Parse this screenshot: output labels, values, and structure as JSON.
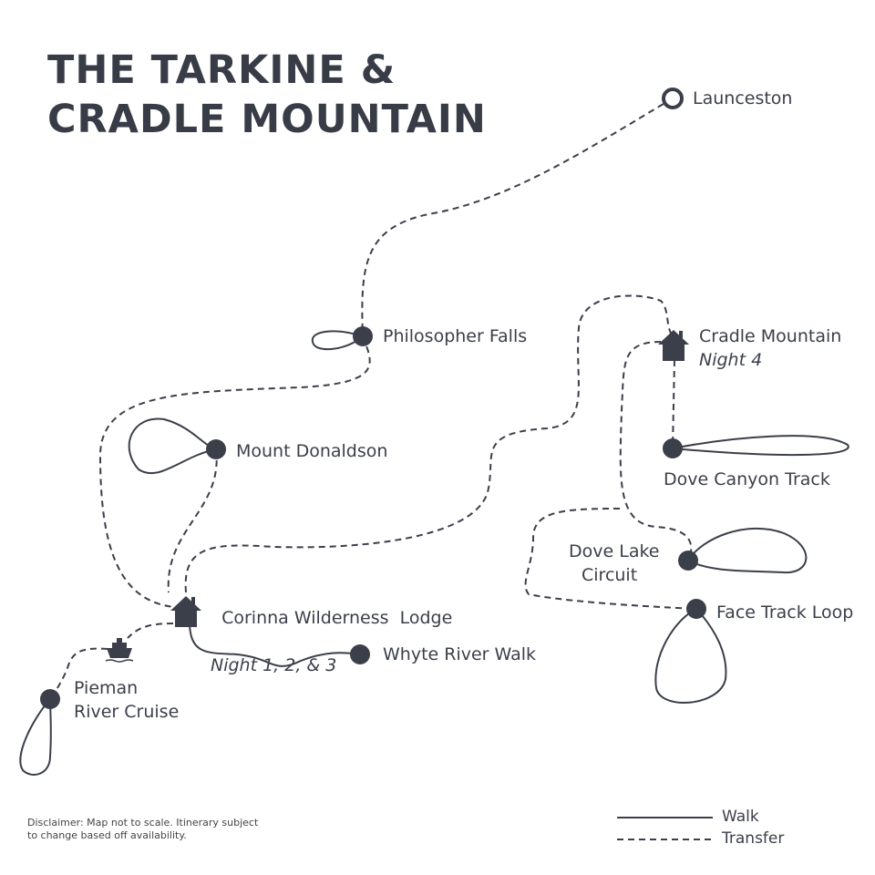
{
  "title": {
    "line1": "THE TARKINE &",
    "line2": "CRADLE MOUNTAIN"
  },
  "colors": {
    "ink": "#3b3f4a",
    "background": "#ffffff"
  },
  "locations": {
    "launceston": {
      "name": "Launceston",
      "icon": "start-ring-icon"
    },
    "philosopher_falls": {
      "name": "Philosopher Falls"
    },
    "mount_donaldson": {
      "name": "Mount Donaldson"
    },
    "corinna": {
      "name": "Corinna Wilderness  Lodge",
      "note": "Night 1, 2, & 3",
      "icon": "house-icon"
    },
    "whyte_river": {
      "name": "Whyte River Walk"
    },
    "pieman": {
      "name_line1": "Pieman",
      "name_line2": "River Cruise",
      "icon": "ship-icon"
    },
    "cradle_mountain": {
      "name": "Cradle Mountain",
      "note": "Night 4",
      "icon": "house-icon"
    },
    "dove_canyon": {
      "name": "Dove Canyon Track"
    },
    "dove_lake": {
      "name_line1": "Dove Lake",
      "name_line2": "Circuit"
    },
    "face_track": {
      "name": "Face Track Loop"
    }
  },
  "legend": {
    "walk": "Walk",
    "transfer": "Transfer"
  },
  "disclaimer": {
    "line1": "Disclaimer: Map not to scale. Itinerary subject",
    "line2": "to change based off availability."
  }
}
